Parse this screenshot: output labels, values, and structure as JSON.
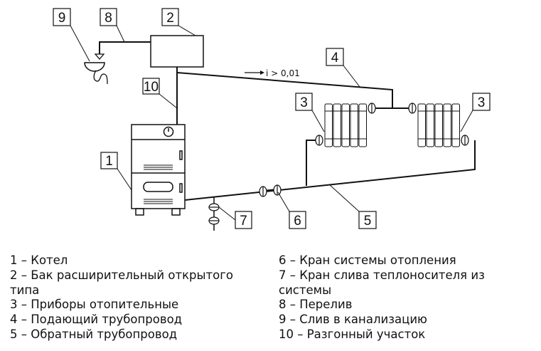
{
  "diagram": {
    "labels": [
      "1",
      "2",
      "3",
      "4",
      "5",
      "6",
      "7",
      "8",
      "9",
      "10"
    ],
    "slope_note": "i > 0,01"
  },
  "legend": {
    "left": [
      "1 – Котел",
      "2 – Бак расширительный открытого",
      "типа",
      "3 – Приборы отопительные",
      "4 – Подающий трубопровод",
      "5 – Обратный трубопровод"
    ],
    "right": [
      "6 – Кран системы отопления",
      "7 – Кран слива теплоносителя из",
      "системы",
      "8 – Перелив",
      "9 – Слив в канализацию",
      "10 – Разгонный участок"
    ]
  }
}
